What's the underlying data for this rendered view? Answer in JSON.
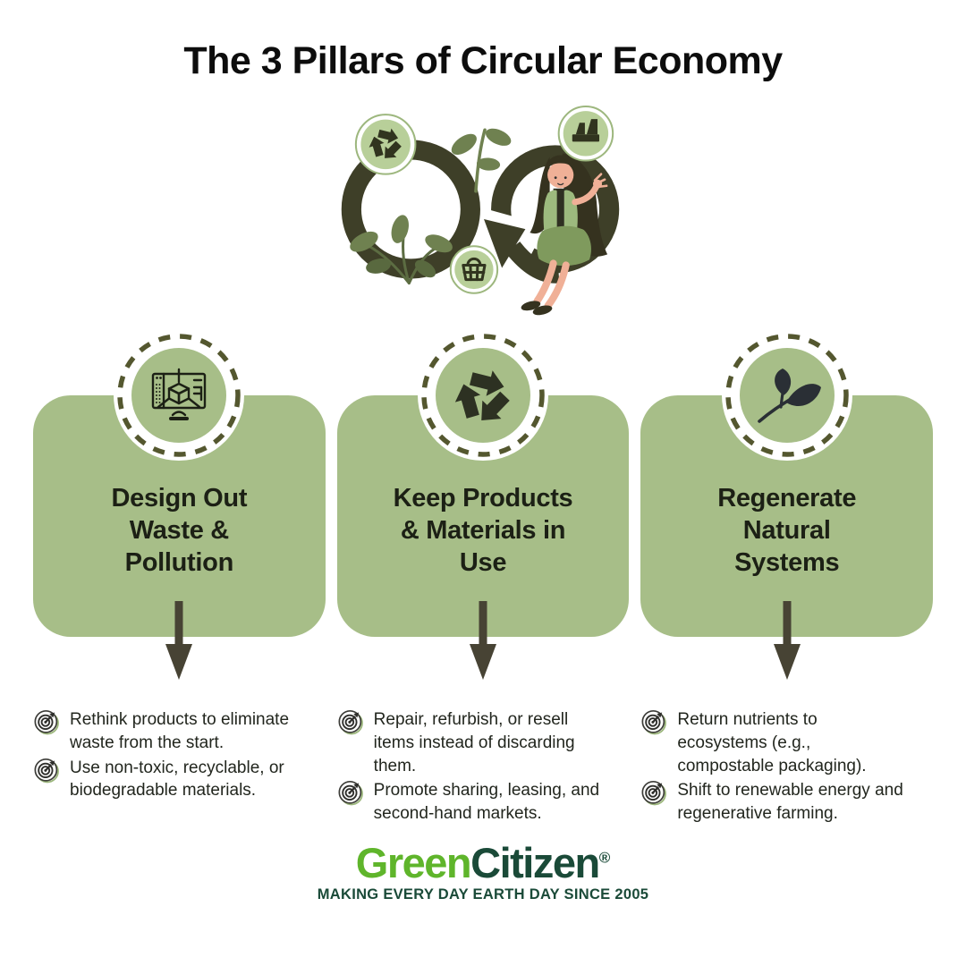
{
  "title": "The 3 Pillars of Circular Economy",
  "hero": {
    "description": "Infinity loop illustration with recycle, factory and shopping-basket badges, leaves and a seated woman",
    "badge_icons": [
      "recycle-icon",
      "factory-icon",
      "basket-icon"
    ]
  },
  "pillars": [
    {
      "icon": "cad-monitor-icon",
      "title_lines": [
        "Design Out",
        "Waste &",
        "Pollution"
      ],
      "bullets": [
        "Rethink products to eliminate waste from the start.",
        "Use non-toxic, recyclable, or biodegradable materials."
      ]
    },
    {
      "icon": "recycle-icon",
      "title_lines": [
        "Keep Products",
        "& Materials in",
        "Use"
      ],
      "bullets": [
        "Repair, refurbish, or resell items instead of discarding them.",
        "Promote sharing, leasing, and second-hand markets."
      ]
    },
    {
      "icon": "leaves-icon",
      "title_lines": [
        "Regenerate",
        "Natural",
        "Systems"
      ],
      "bullets": [
        "Return nutrients to ecosystems (e.g., compostable packaging).",
        "Shift to renewable energy and regenerative farming."
      ]
    }
  ],
  "bullet_icon": "dart-target-icon",
  "footer": {
    "brand_first": "Green",
    "brand_second": "Citizen",
    "registered_mark": "®",
    "tagline": "MAKING EVERY DAY EARTH DAY SINCE 2005"
  },
  "accent_colors": {
    "card_green": "#a7be88",
    "badge_light_green": "#b8cf99",
    "dash_olive": "#54572f",
    "loop_dark": "#3e3f28",
    "arrow_dark": "#474334",
    "text_dark": "#22261e",
    "logo_green": "#5fb52b",
    "logo_dark_green": "#1a4a38"
  }
}
